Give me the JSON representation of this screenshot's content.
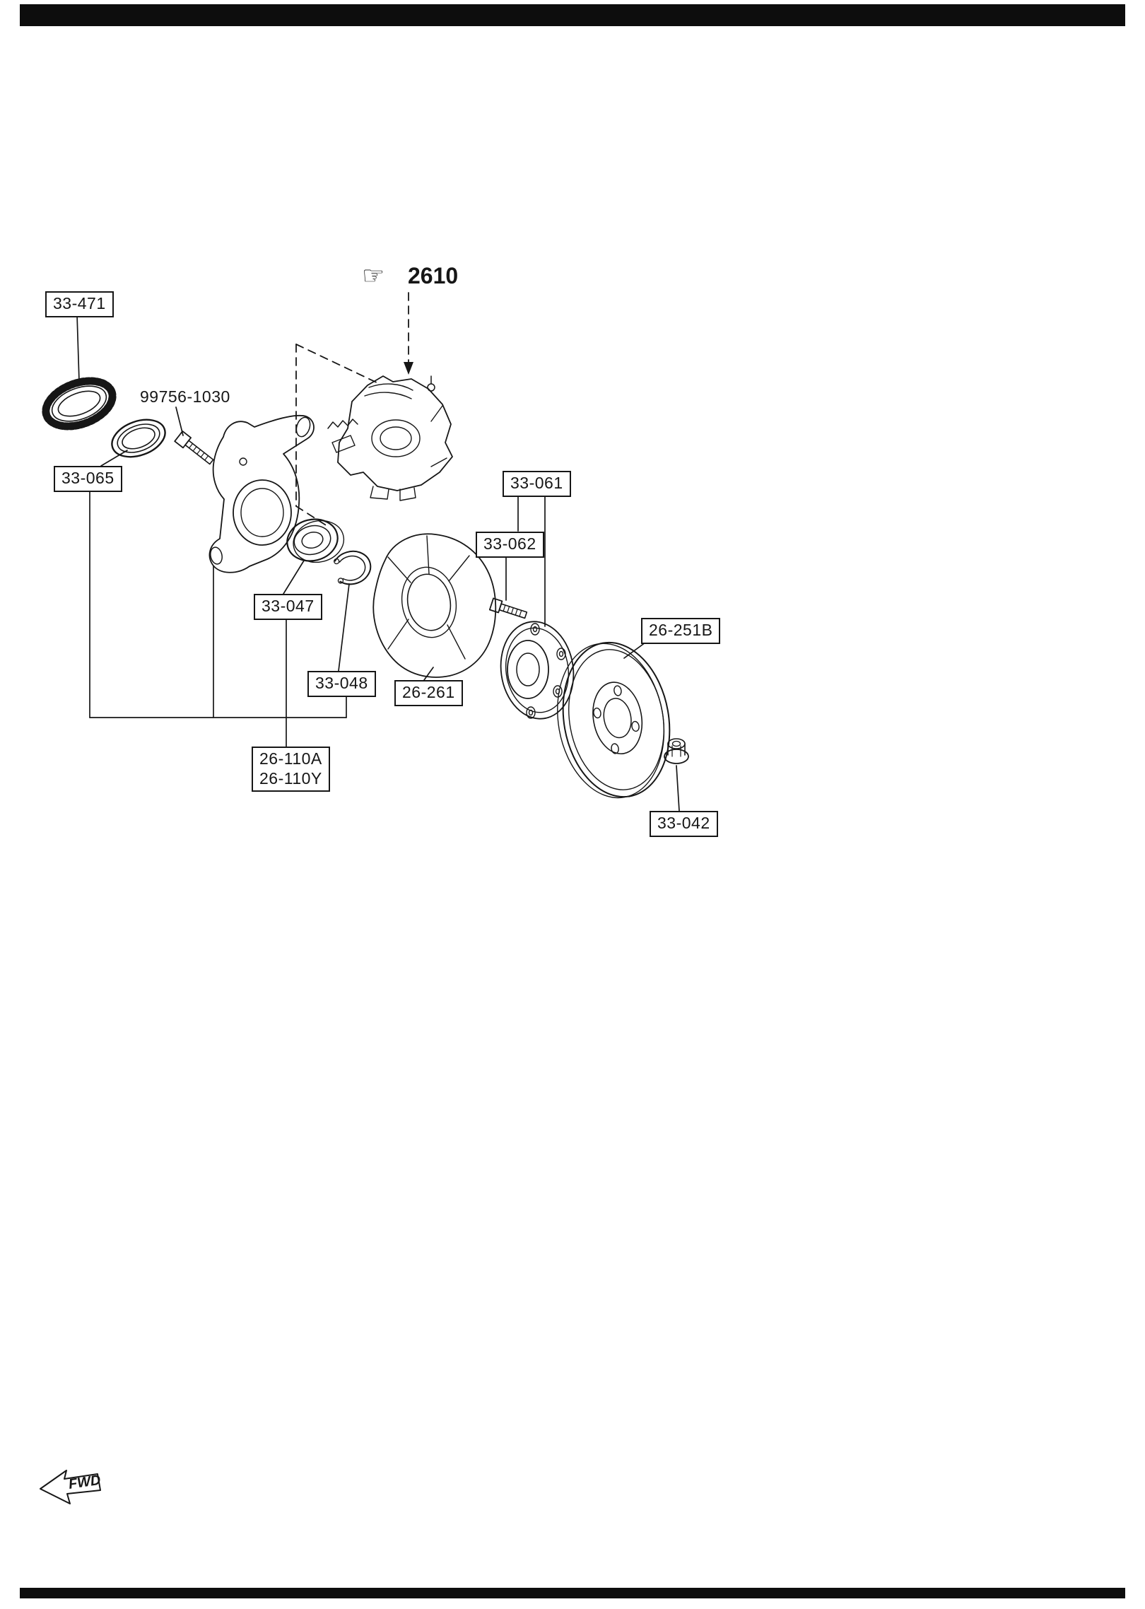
{
  "page": {
    "background": "#ffffff",
    "ink": "#161616"
  },
  "labels": {
    "p33471": "33-471",
    "p99756": "99756-1030",
    "ref2610": "2610",
    "p33065": "33-065",
    "p33061": "33-061",
    "p33062": "33-062",
    "p33047": "33-047",
    "p33048": "33-048",
    "p26261": "26-261",
    "p26251b": "26-251B",
    "p26110a": "26-110A",
    "p26110y": "26-110Y",
    "p33042": "33-042",
    "fwd": "FWD"
  },
  "icons": {
    "hand_pointer": "☞"
  }
}
